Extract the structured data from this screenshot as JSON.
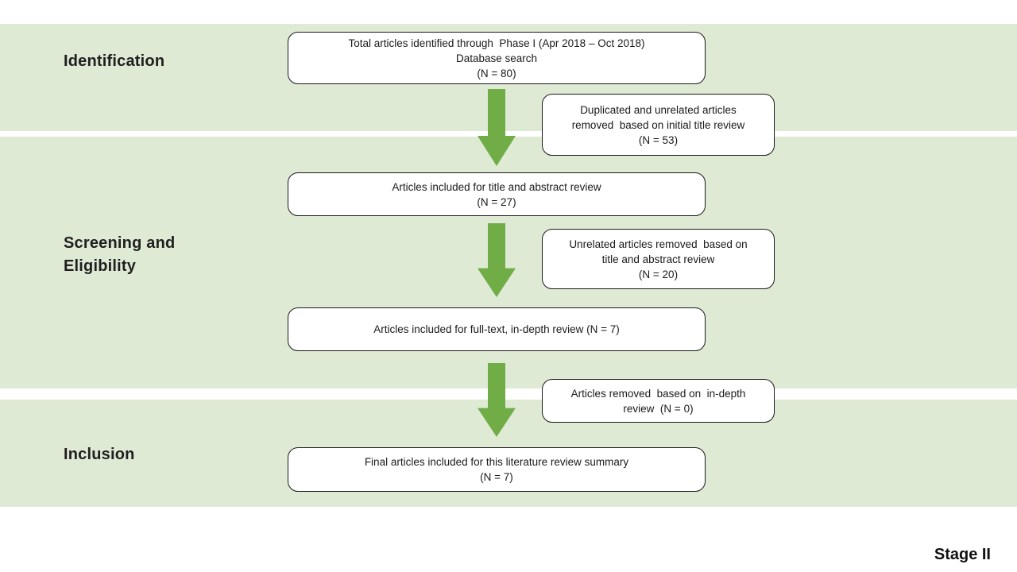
{
  "colors": {
    "band_green": "#DFEAD5",
    "arrow_green": "#70AD47",
    "box_fill": "#FFFFFF",
    "box_border": "#1A1A1A",
    "text": "#1A1A1A"
  },
  "phase_labels": {
    "identification": "Identification",
    "screening_line1": "Screening and",
    "screening_line2": "Eligibility",
    "inclusion": "Inclusion"
  },
  "stage_label": "Stage II",
  "boxes": {
    "box1": {
      "lines": [
        "Total articles identified through  Phase I (Apr 2018 – Oct 2018)",
        "Database search",
        "(N = 80)"
      ]
    },
    "side1": {
      "lines": [
        "Duplicated and unrelated articles",
        "removed  based on initial title review",
        "(N = 53)"
      ]
    },
    "box2": {
      "lines": [
        "Articles included for title and abstract review",
        "(N = 27)"
      ]
    },
    "side2": {
      "lines": [
        "Unrelated articles removed  based on",
        "title and abstract review",
        "(N = 20)"
      ]
    },
    "box3": {
      "lines": [
        "Articles included for full-text, in-depth review (N = 7)"
      ]
    },
    "side3": {
      "lines": [
        "Articles removed  based on  in-depth",
        "review  (N = 0)"
      ]
    },
    "box4": {
      "lines": [
        "Final articles included for this literature review summary",
        "(N = 7)"
      ]
    }
  }
}
